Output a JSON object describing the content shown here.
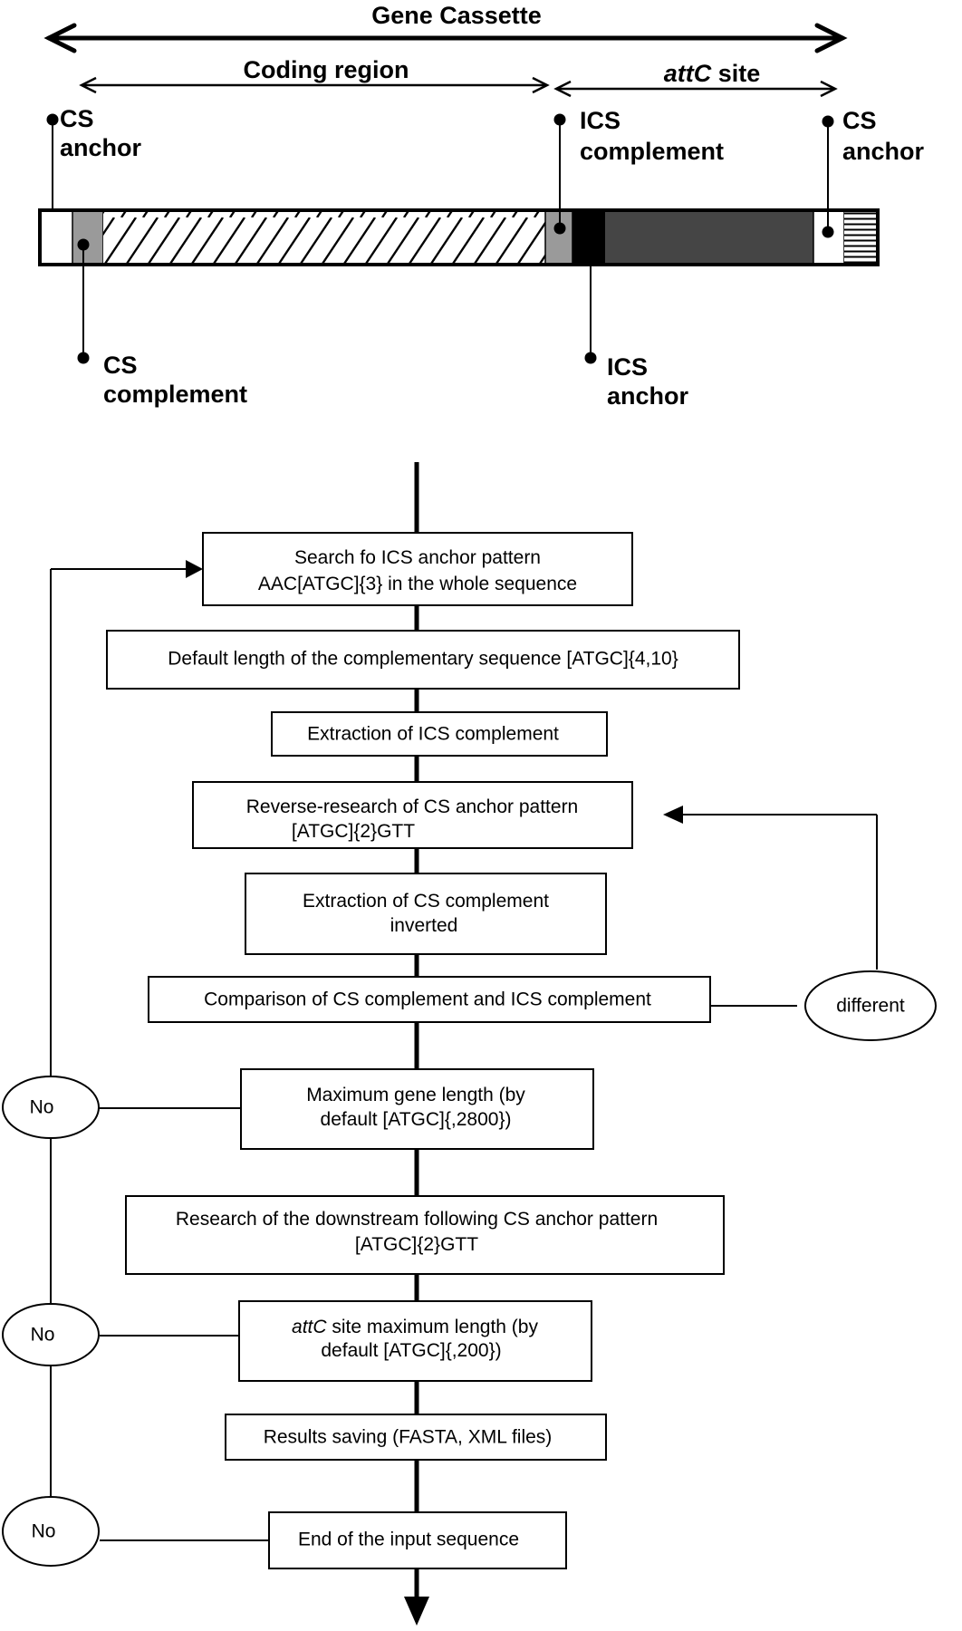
{
  "top_diagram": {
    "gene_cassette": "Gene Cassette",
    "coding_region": "Coding region",
    "attc_italic": "attC",
    "attc_rest": " site",
    "cs_anchor_left": [
      "CS",
      "anchor"
    ],
    "ics_complement": [
      "ICS",
      "complement"
    ],
    "cs_anchor_right": [
      "CS",
      "anchor"
    ],
    "cs_complement": [
      "CS",
      "complement"
    ],
    "ics_anchor": [
      "ICS",
      "anchor"
    ]
  },
  "flowchart": {
    "steps": [
      [
        "Search fo ICS anchor pattern",
        "AAC[ATGC]{3} in the whole sequence"
      ],
      [
        "Default length of the complementary sequence [ATGC]{4,10}"
      ],
      [
        "Extraction of ICS complement"
      ],
      [
        "Reverse-research of CS anchor pattern",
        "[ATGC]{2}GTT"
      ],
      [
        "Extraction of CS complement",
        "inverted"
      ],
      [
        "Comparison of CS complement and ICS complement"
      ],
      [
        "Maximum gene length (by",
        "default [ATGC]{,2800})"
      ],
      [
        "Research of the downstream following CS anchor pattern",
        "[ATGC]{2}GTT"
      ],
      [
        "site maximum length (by",
        "default [ATGC]{,200})"
      ],
      [
        "Results saving (FASTA, XML files)"
      ],
      [
        "End of the input sequence"
      ]
    ],
    "attc_step_prefix": "attC",
    "different_label": "different",
    "no_labels": [
      "No",
      "No",
      "No"
    ]
  }
}
